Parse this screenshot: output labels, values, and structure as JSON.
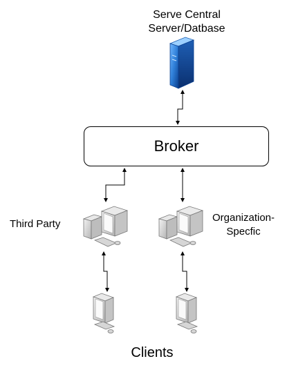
{
  "diagram": {
    "server": {
      "label_line1": "Serve Central",
      "label_line2": "Server/Datbase",
      "icon": "server-tower-icon"
    },
    "broker": {
      "label": "Broker"
    },
    "third_party": {
      "label": "Third Party",
      "icon": "desktop-computer-icon"
    },
    "organization": {
      "label_line1": "Organization-",
      "label_line2": "Specfic",
      "icon": "desktop-computer-icon"
    },
    "clients": {
      "label": "Clients",
      "icon": "monitor-icon"
    },
    "colors": {
      "server_blue": "#2f7fd8",
      "computer_gray": "#cfcfcf",
      "line": "#000000"
    }
  }
}
